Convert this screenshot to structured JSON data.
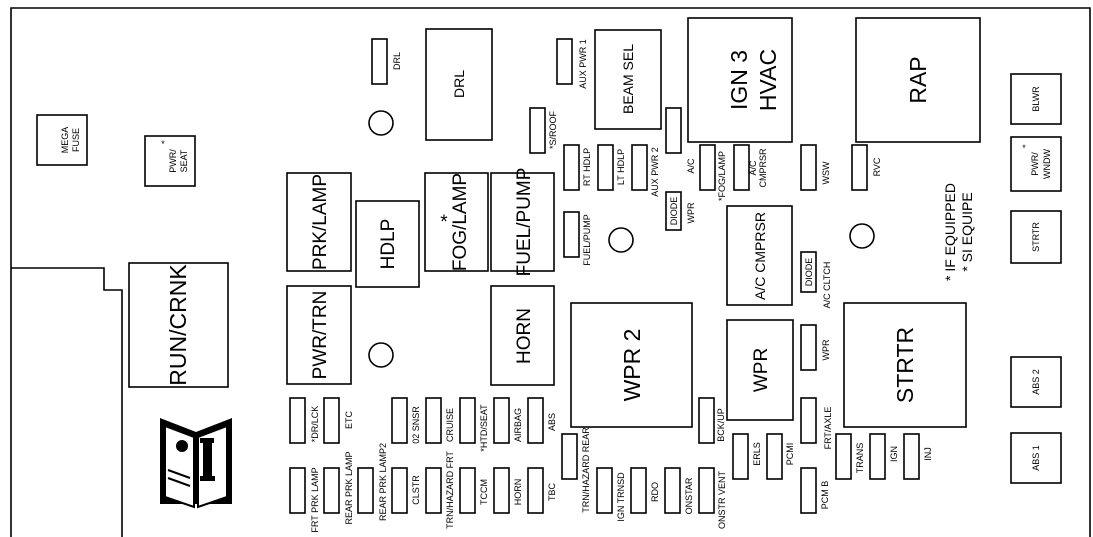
{
  "diagram": {
    "relays": {
      "drl_large": "DRL",
      "beam_sel": "BEAM SEL",
      "ign3_hvac_1": "IGN 3",
      "ign3_hvac_2": "HVAC",
      "rap": "RAP",
      "prk_lamp": "PRK/LAMP",
      "hdlp": "HDLP",
      "fog_star": "*",
      "fog_lamp": "FOG/LAMP",
      "fuel_pump": "FUEL/PUMP",
      "run_crnk": "RUN/CRNK",
      "pwr_trn": "PWR/TRN",
      "horn": "HORN",
      "wpr2": "WPR 2",
      "ac_cmprsr": "A/C CMPRSR",
      "wpr": "WPR",
      "strtr_big": "STRTR"
    },
    "side_boxes": {
      "mega_1": "MEGA",
      "mega_2": "FUSE",
      "pwr_seat_star": "*",
      "pwr_seat_1": "PWR/",
      "pwr_seat_2": "SEAT",
      "blwr": "BLWR",
      "pwr_wndw_star": "*",
      "pwr_wndw_1": "PWR/",
      "pwr_wndw_2": "WNDW",
      "strtr_small": "STRTR",
      "abs2": "ABS 2",
      "abs1": "ABS 1"
    },
    "fuses": {
      "drl": "DRL",
      "aux_pwr1": "AUX PWR 1",
      "s_roof": "*S/ROOF",
      "rt_hdlp": "RT HDLP",
      "lt_hdlp": "LT HDLP",
      "aux_pwr2": "AUX PWR 2",
      "ac": "A/C",
      "fog_lamp_fuse": "*FOG/LAMP",
      "ac_cmprsr_1": "A/C",
      "ac_cmprsr_2": "CMPRSR",
      "wsw": "WSW",
      "rvc": "RVC",
      "fuel_pump_fuse": "FUEL/PUMP",
      "diode_top": "DIODE",
      "wpr_under_diode": "WPR",
      "diode_right": "DIODE",
      "ac_clutch": "A/C CLTCH",
      "wpr_small": "WPR",
      "dr_lck": "*DR/LCK",
      "etc": "ETC",
      "o2_snsr": "02 SNSR",
      "cruise": "CRUISE",
      "htd_seat": "*HTD/SEAT",
      "airbag": "AIRBAG",
      "abs": "ABS",
      "bck_up": "BCK/UP",
      "frt_axle": "FRT/AXLE",
      "trn_hazard_rear": "TRN/HAZARD REAR",
      "erls": "ERLS",
      "pcmi": "PCMI",
      "trans": "TRANS",
      "ign": "IGN",
      "inj": "INJ",
      "frt_prk_lamp": "FRT PRK LAMP",
      "rear_prk_lamp": "REAR PRK LAMP",
      "rear_prk_lamp2": "REAR PRK LAMP2",
      "clstr": "CLSTR",
      "trn_hazard_frt": "TRN/HAZARD FRT",
      "tccm": "TCCM",
      "horn_fuse": "HORN",
      "tbc": "TBC",
      "ign_trnsd": "IGN TRNSD",
      "rdo": "RDO",
      "onstar": "ONSTAR",
      "onstr_vent": "ONSTR VENT",
      "pcm_b": "PCM B"
    },
    "legend": {
      "line1": "*  IF EQUIPPED",
      "line2": "*  SI EQUIPE"
    }
  }
}
